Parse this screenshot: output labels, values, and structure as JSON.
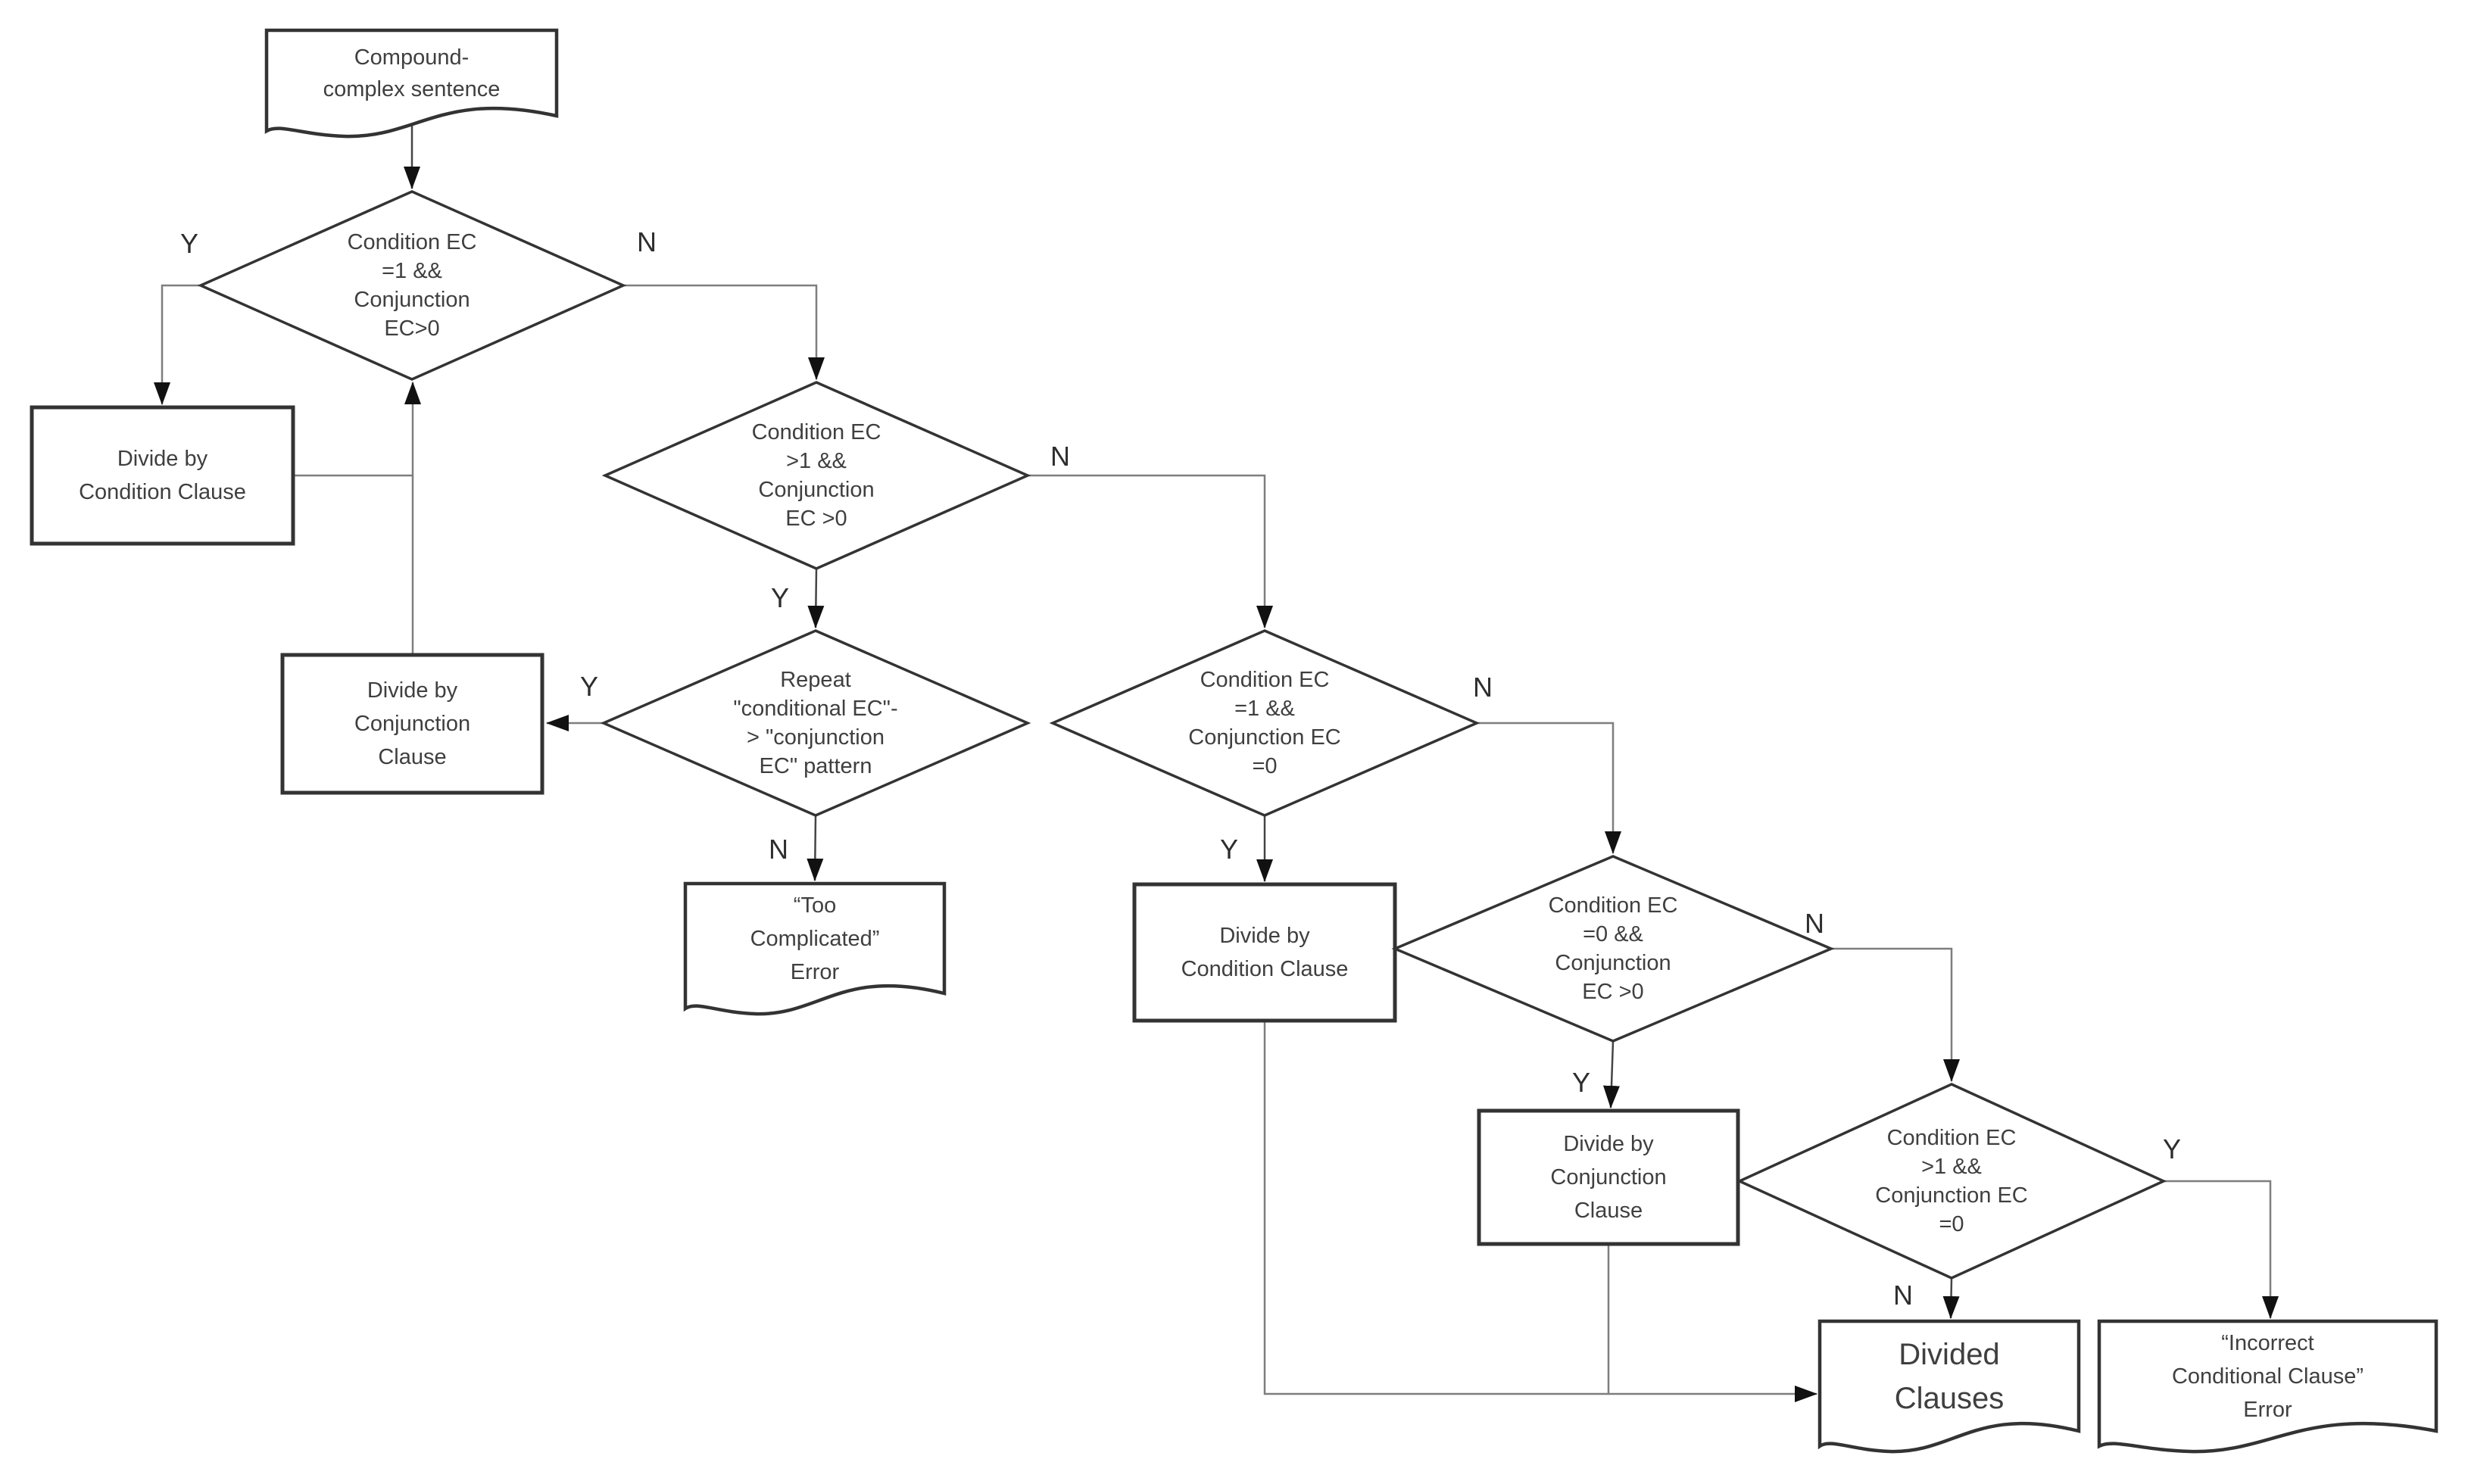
{
  "nodes": {
    "start": {
      "shape": "document",
      "text": "Compound-\ncomplex sentence"
    },
    "d1": {
      "shape": "decision",
      "text": "Condition EC\n=1 &&\nConjunction\nEC>0"
    },
    "divide_condition_first": {
      "shape": "process",
      "text": "Divide by\nCondition Clause"
    },
    "d2": {
      "shape": "decision",
      "text": "Condition EC\n>1 &&\nConjunction\nEC >0"
    },
    "d3": {
      "shape": "decision",
      "text": "Repeat\n\"conditional EC\"-\n> \"conjunction\nEC\" pattern"
    },
    "divide_conjunction_first": {
      "shape": "process",
      "text": "Divide by\nConjunction\nClause"
    },
    "too_complicated_error": {
      "shape": "document",
      "text": "“Too\nComplicated”\nError"
    },
    "d4": {
      "shape": "decision",
      "text": "Condition EC\n=1 &&\nConjunction EC\n=0"
    },
    "divide_condition_second": {
      "shape": "process",
      "text": "Divide by\nCondition Clause"
    },
    "d5": {
      "shape": "decision",
      "text": "Condition EC\n=0 &&\nConjunction\nEC >0"
    },
    "divide_conjunction_second": {
      "shape": "process",
      "text": "Divide by\nConjunction\nClause"
    },
    "d6": {
      "shape": "decision",
      "text": "Condition EC\n>1 &&\nConjunction EC\n=0"
    },
    "divided_clauses": {
      "shape": "document",
      "text": "Divided\nClauses"
    },
    "incorrect_conditional_error": {
      "shape": "document",
      "text": "“Incorrect\nConditional Clause”\nError"
    }
  },
  "edge_labels": {
    "d1_yes": "Y",
    "d1_no": "N",
    "d2_yes": "Y",
    "d2_no": "N",
    "d3_yes": "Y",
    "d3_no": "N",
    "d4_yes": "Y",
    "d4_no": "N",
    "d5_yes": "Y",
    "d5_no": "N",
    "d6_yes": "Y",
    "d6_no": "N"
  },
  "colors": {
    "shape_border": "#333333",
    "text": "#3f3f3f",
    "connector_gray": "#7e7e7e",
    "connector_dark": "#454545",
    "arrowhead": "#111111",
    "background": "#ffffff"
  }
}
